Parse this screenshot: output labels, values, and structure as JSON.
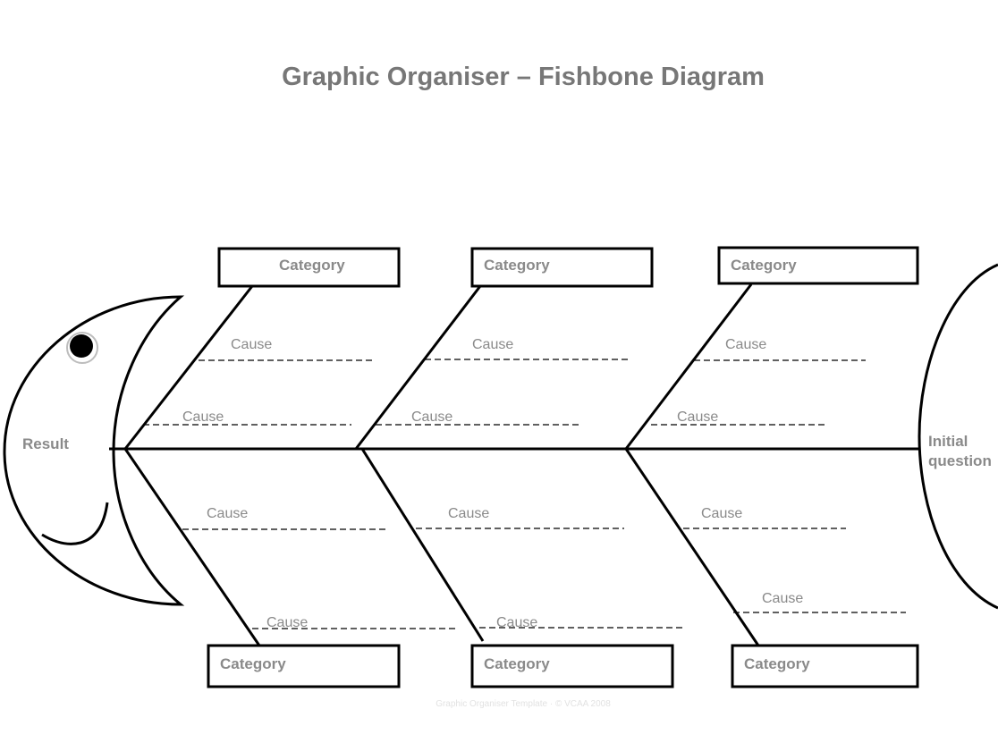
{
  "title": "Graphic Organiser – Fishbone Diagram",
  "footer": "Graphic Organiser Template · © VCAA 2008",
  "head_label": "Result",
  "tail_label_line1": "Initial",
  "tail_label_line2": "question",
  "categories": {
    "top": [
      "Category",
      "Category",
      "Category"
    ],
    "bottom": [
      "Category",
      "Category",
      "Category"
    ]
  },
  "causes": {
    "top_outer": [
      "Cause",
      "Cause",
      "Cause"
    ],
    "top_inner": [
      "Cause",
      "Cause",
      "Cause"
    ],
    "bottom_inner": [
      "Cause",
      "Cause",
      "Cause"
    ],
    "bottom_outer": [
      "Cause",
      "Cause",
      "Cause"
    ]
  }
}
